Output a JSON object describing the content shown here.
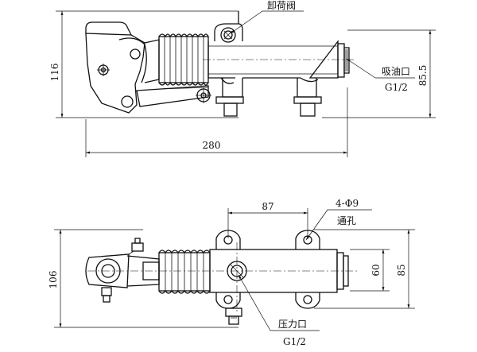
{
  "top_view": {
    "width_dim": "280",
    "height_dim": "116",
    "outlet_height_dim": "85.5",
    "relief_valve_label": "卸荷阀",
    "suction_port_label": "吸油口",
    "suction_port_thread": "G1/2"
  },
  "bottom_view": {
    "hole_spacing_dim": "87",
    "holes_label": "4-Φ9",
    "holes_note": "通孔",
    "inner_height_dim": "60",
    "outer_height_dim": "85",
    "height_dim": "106",
    "pressure_port_label": "压力口",
    "pressure_port_thread": "G1/2"
  }
}
